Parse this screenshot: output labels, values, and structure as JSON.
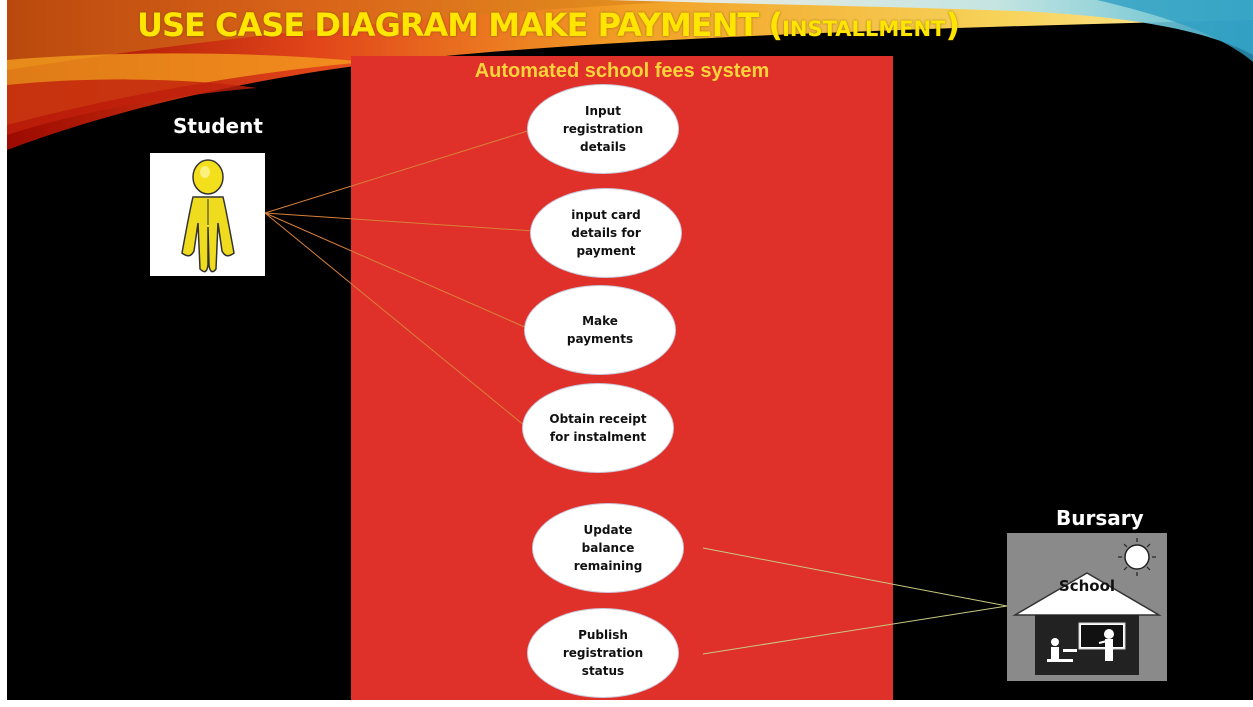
{
  "title": {
    "main": "USE CASE DIAGRAM MAKE PAYMENT (",
    "small": "INSTALLMENT",
    "close": ")"
  },
  "system": {
    "name": "Automated school fees system"
  },
  "actors": {
    "student": {
      "label": "Student",
      "icon": "person-figure-icon"
    },
    "bursary": {
      "label": "Bursary",
      "icon": "school-building-icon",
      "sign": "School"
    }
  },
  "use_cases": [
    {
      "label": "Input registration details",
      "actor": "Student"
    },
    {
      "label": "input card details for payment",
      "actor": "Student"
    },
    {
      "label": "Make payments",
      "actor": "Student"
    },
    {
      "label": "Obtain receipt for instalment",
      "actor": "Student"
    },
    {
      "label": "Update balance remaining",
      "actor": "Bursary"
    },
    {
      "label": "Publish registration status",
      "actor": "Bursary"
    }
  ],
  "colors": {
    "background": "#000000",
    "system_box": "#e0302a",
    "title": "#ffe500",
    "system_name": "#ffd33a",
    "student_lines": "#d9803a",
    "bursary_lines": "#c9c880"
  }
}
